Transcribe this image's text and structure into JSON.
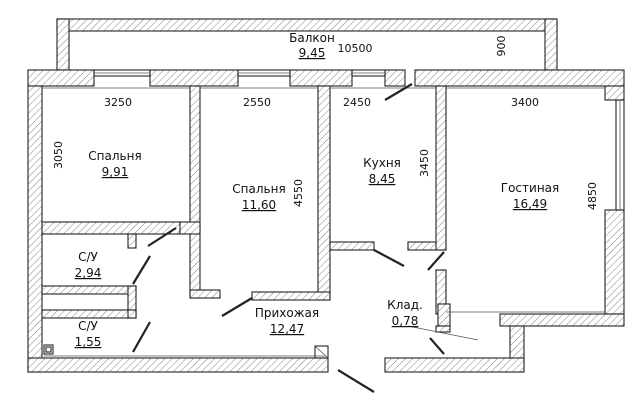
{
  "rooms": {
    "balcony": {
      "name": "Балкон",
      "area": "9,45"
    },
    "bedroom1": {
      "name": "Спальня",
      "area": "9,91"
    },
    "bedroom2": {
      "name": "Спальня",
      "area": "11,60"
    },
    "kitchen": {
      "name": "Кухня",
      "area": "8,45"
    },
    "living": {
      "name": "Гостиная",
      "area": "16,49"
    },
    "bath1": {
      "name": "С/У",
      "area": "2,94"
    },
    "bath2": {
      "name": "С/У",
      "area": "1,55"
    },
    "hall": {
      "name": "Прихожая",
      "area": "12,47"
    },
    "storage": {
      "name": "Клад.",
      "area": "0,78"
    }
  },
  "dimensions": {
    "balcony_length": "10500",
    "balcony_depth": "900",
    "bedroom1_width": "3250",
    "bedroom1_depth": "3050",
    "bedroom2_width": "2550",
    "bedroom2_depth": "4550",
    "kitchen_width": "2450",
    "kitchen_depth": "3450",
    "living_width": "3400",
    "living_depth": "4850"
  }
}
